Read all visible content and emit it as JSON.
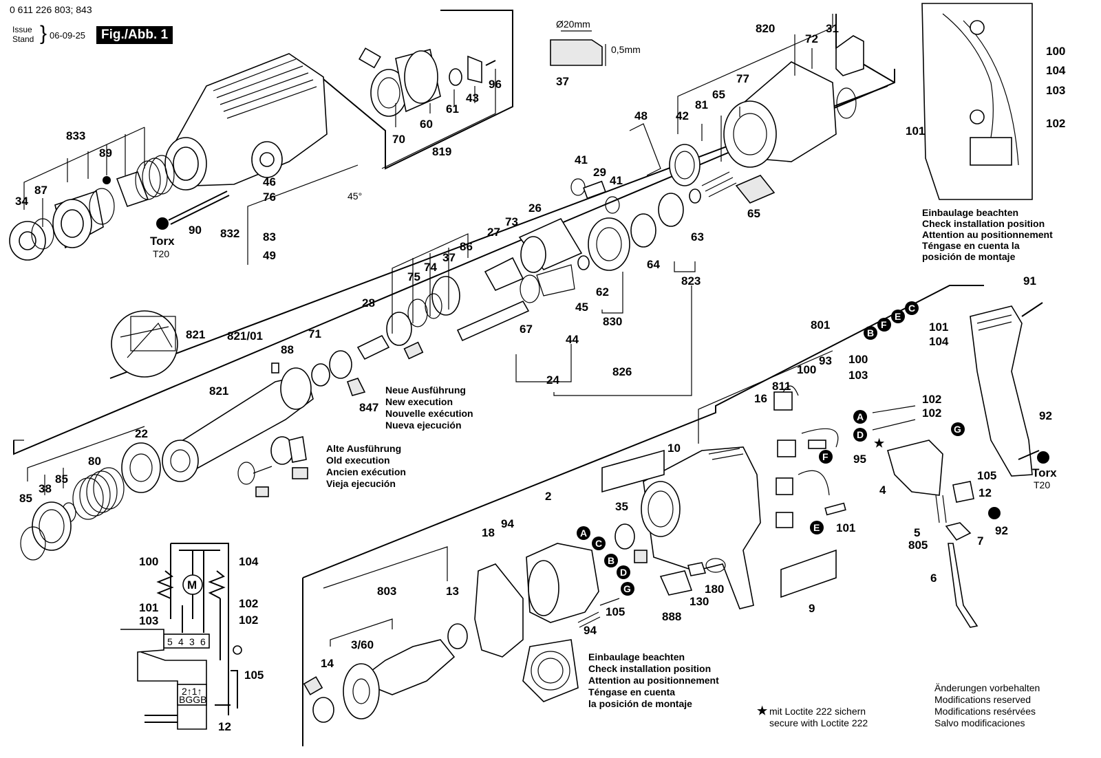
{
  "header": {
    "doc_number": "0 611 226 803; 843",
    "issue_label": "Issue",
    "stand_label": "Stand",
    "issue_date": "06-09-25",
    "figure_label": "Fig./Abb. 1"
  },
  "dimension_callout": {
    "diameter": "Ø20mm",
    "thickness": "0,5mm",
    "part": "37"
  },
  "angle_label": "45°",
  "torx_labels": [
    {
      "top": "Torx",
      "bottom": "T20"
    },
    {
      "top": "Torx",
      "bottom": "T20"
    }
  ],
  "part_numbers": {
    "p34": "34",
    "p87": "87",
    "p833": "833",
    "p89": "89",
    "p90": "90",
    "p46": "46",
    "p76": "76",
    "p832": "832",
    "p83": "83",
    "p49": "49",
    "p70": "70",
    "p60": "60",
    "p61": "61",
    "p43": "43",
    "p96": "96",
    "p819": "819",
    "p37a": "37",
    "p48": "48",
    "p41a": "41",
    "p29": "29",
    "p41b": "41",
    "p42": "42",
    "p81": "81",
    "p65a": "65",
    "p65b": "65",
    "p820": "820",
    "p77": "77",
    "p72": "72",
    "p31": "31",
    "p26": "26",
    "p27": "27",
    "p73": "73",
    "p86": "86",
    "p37b": "37",
    "p74": "74",
    "p75": "75",
    "p28": "28",
    "p62": "62",
    "p64": "64",
    "p63": "63",
    "p823": "823",
    "p45": "45",
    "p830": "830",
    "p67": "67",
    "p44": "44",
    "p24": "24",
    "p826": "826",
    "p821a": "821",
    "p821_01": "821/01",
    "p88": "88",
    "p71": "71",
    "p847": "847",
    "p821b": "821",
    "p22": "22",
    "p80": "80",
    "p85a": "85",
    "p38": "38",
    "p85b": "85",
    "p100a": "100",
    "p104a": "104",
    "p103a": "103",
    "p101a": "101",
    "p102a": "102",
    "p91": "91",
    "p801": "801",
    "p101b": "101",
    "p104b": "104",
    "p100b": "100",
    "p103b": "103",
    "p93": "93",
    "p100c": "100",
    "p811": "811",
    "p16": "16",
    "p102b": "102",
    "p102c": "102",
    "p95": "95",
    "p4": "4",
    "p12a": "12",
    "p105a": "105",
    "p92a": "92",
    "p92b": "92",
    "p7": "7",
    "p5": "5",
    "p805": "805",
    "p6": "6",
    "p10": "10",
    "p101c": "101",
    "p2": "2",
    "p94a": "94",
    "p18": "18",
    "p35": "35",
    "p803": "803",
    "p13": "13",
    "p360": "3/60",
    "p14": "14",
    "p94b": "94",
    "p105b": "105",
    "p888": "888",
    "p130": "130",
    "p180": "180",
    "p9": "9",
    "s100": "100",
    "s104": "104",
    "s101": "101",
    "s103": "103",
    "s102a": "102",
    "s102b": "102",
    "s105": "105",
    "s12": "12"
  },
  "connector_letters": [
    "A",
    "B",
    "C",
    "D",
    "E",
    "F",
    "G"
  ],
  "schematic": {
    "motor": "M",
    "terminals": [
      "5",
      "4",
      "3",
      "6"
    ],
    "switch_text": "2↑1↑",
    "switch_sub": "BGGB"
  },
  "notes": {
    "new_execution": [
      "Neue Ausführung",
      "New execution",
      "Nouvelle exécution",
      "Nueva ejecución"
    ],
    "old_execution": [
      "Alte Ausführung",
      "Old execution",
      "Ancien exécution",
      "Vieja ejecución"
    ],
    "install_top": [
      "Einbaulage beachten",
      "Check installation position",
      "Attention au positionnement",
      "Téngase en cuenta la",
      "posición de montaje"
    ],
    "install_bottom": [
      "Einbaulage beachten",
      "Check installation position",
      "Attention au positionnement",
      "Téngase en cuenta",
      "la posición de montaje"
    ],
    "loctite": [
      "mit Loctite 222 sichern",
      "secure with Loctite 222"
    ],
    "modifications": [
      "Änderungen vorbehalten",
      "Modifications reserved",
      "Modifications resérvées",
      "Salvo modificaciones"
    ]
  },
  "colors": {
    "ink": "#000000",
    "paper": "#ffffff",
    "shade": "#e8e8e8"
  }
}
